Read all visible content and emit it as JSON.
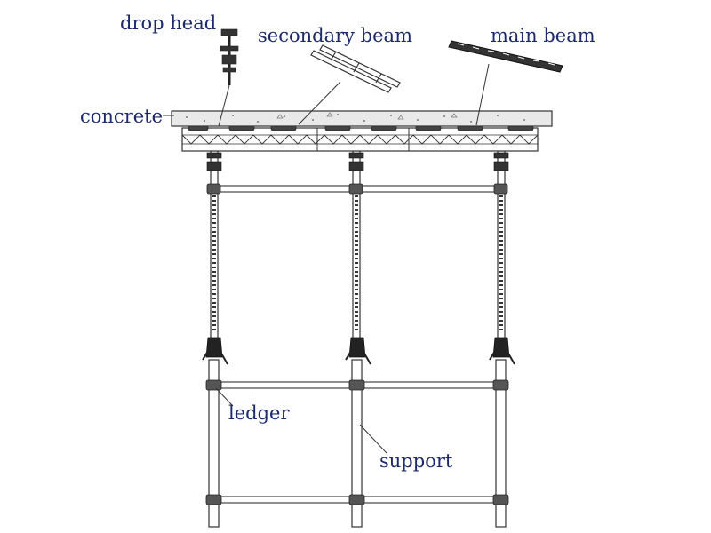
{
  "labels": {
    "drop_head": "drop head",
    "secondary_beam": "secondary beam",
    "main_beam": "main beam",
    "concrete": "concrete",
    "ledger": "ledger",
    "support": "support"
  },
  "colors": {
    "label_text": "#1c2a6a",
    "line": "#333333",
    "concrete_fill": "#e9e9e9",
    "background": "#ffffff"
  }
}
